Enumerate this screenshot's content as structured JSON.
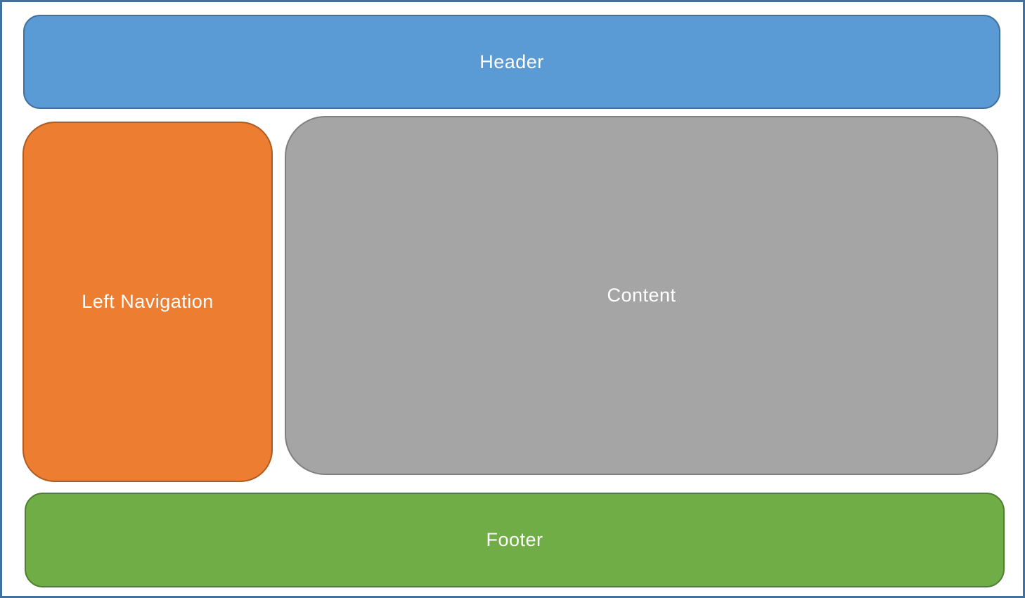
{
  "diagram": {
    "description": "Webpage layout wireframe diagram",
    "background": "#FFFFFF",
    "frame_border_color": "#41719C",
    "text_color": "#FFFFFF",
    "regions": [
      {
        "id": "header",
        "label": "Header",
        "fill": "#5B9BD5",
        "border": "#41719C"
      },
      {
        "id": "left-navigation",
        "label": "Left Navigation",
        "fill": "#ED7D31",
        "border": "#AE5A21"
      },
      {
        "id": "content",
        "label": "Content",
        "fill": "#A5A5A5",
        "border": "#7F7F7F"
      },
      {
        "id": "footer",
        "label": "Footer",
        "fill": "#70AD47",
        "border": "#507E32"
      }
    ]
  }
}
